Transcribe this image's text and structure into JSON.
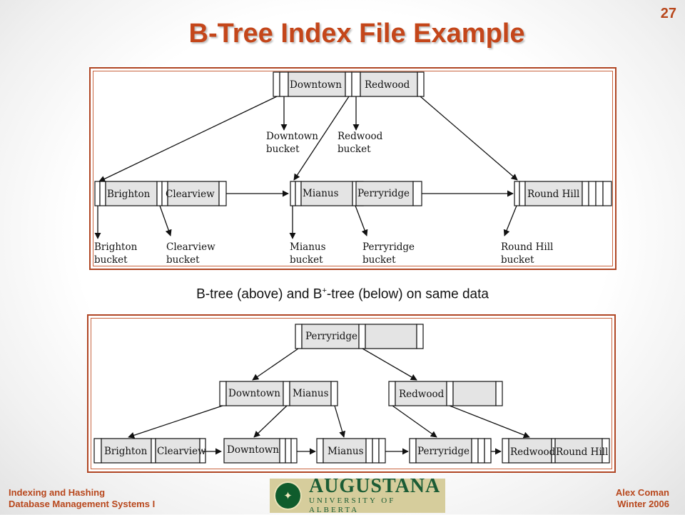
{
  "slide": {
    "number": "27",
    "title": "B-Tree Index File Example"
  },
  "caption": {
    "pre": "B-tree (above) and B",
    "sup": "+",
    "post": "-tree (below) on same data"
  },
  "footer": {
    "left_line1": "Indexing and Hashing",
    "left_line2": "Database Management Systems I",
    "right_line1": "Alex Coman",
    "right_line2": "Winter 2006"
  },
  "logo": {
    "main": "AUGUSTANA",
    "sub": "UNIVERSITY OF ALBERTA"
  },
  "btree": {
    "root": {
      "k1": "Downtown",
      "k2": "Redwood"
    },
    "left": {
      "k1": "Brighton",
      "k2": "Clearview"
    },
    "mid": {
      "k1": "Mianus",
      "k2": "Perryridge"
    },
    "right": {
      "k1": "Round Hill"
    },
    "buckets": {
      "downtown": [
        "Downtown",
        "bucket"
      ],
      "redwood": [
        "Redwood",
        "bucket"
      ],
      "brighton": [
        "Brighton",
        "bucket"
      ],
      "clearview": [
        "Clearview",
        "bucket"
      ],
      "mianus": [
        "Mianus",
        "bucket"
      ],
      "perryridge": [
        "Perryridge",
        "bucket"
      ],
      "roundhill": [
        "Round Hill",
        "bucket"
      ]
    }
  },
  "bplustree": {
    "root": {
      "k1": "Perryridge"
    },
    "inner_left": {
      "k1": "Downtown",
      "k2": "Mianus"
    },
    "inner_right": {
      "k1": "Redwood"
    },
    "leaves": [
      {
        "k1": "Brighton",
        "k2": "Clearview"
      },
      {
        "k1": "Downtown"
      },
      {
        "k1": "Mianus"
      },
      {
        "k1": "Perryridge"
      },
      {
        "k1": "Redwood",
        "k2": "Round Hill"
      }
    ]
  }
}
